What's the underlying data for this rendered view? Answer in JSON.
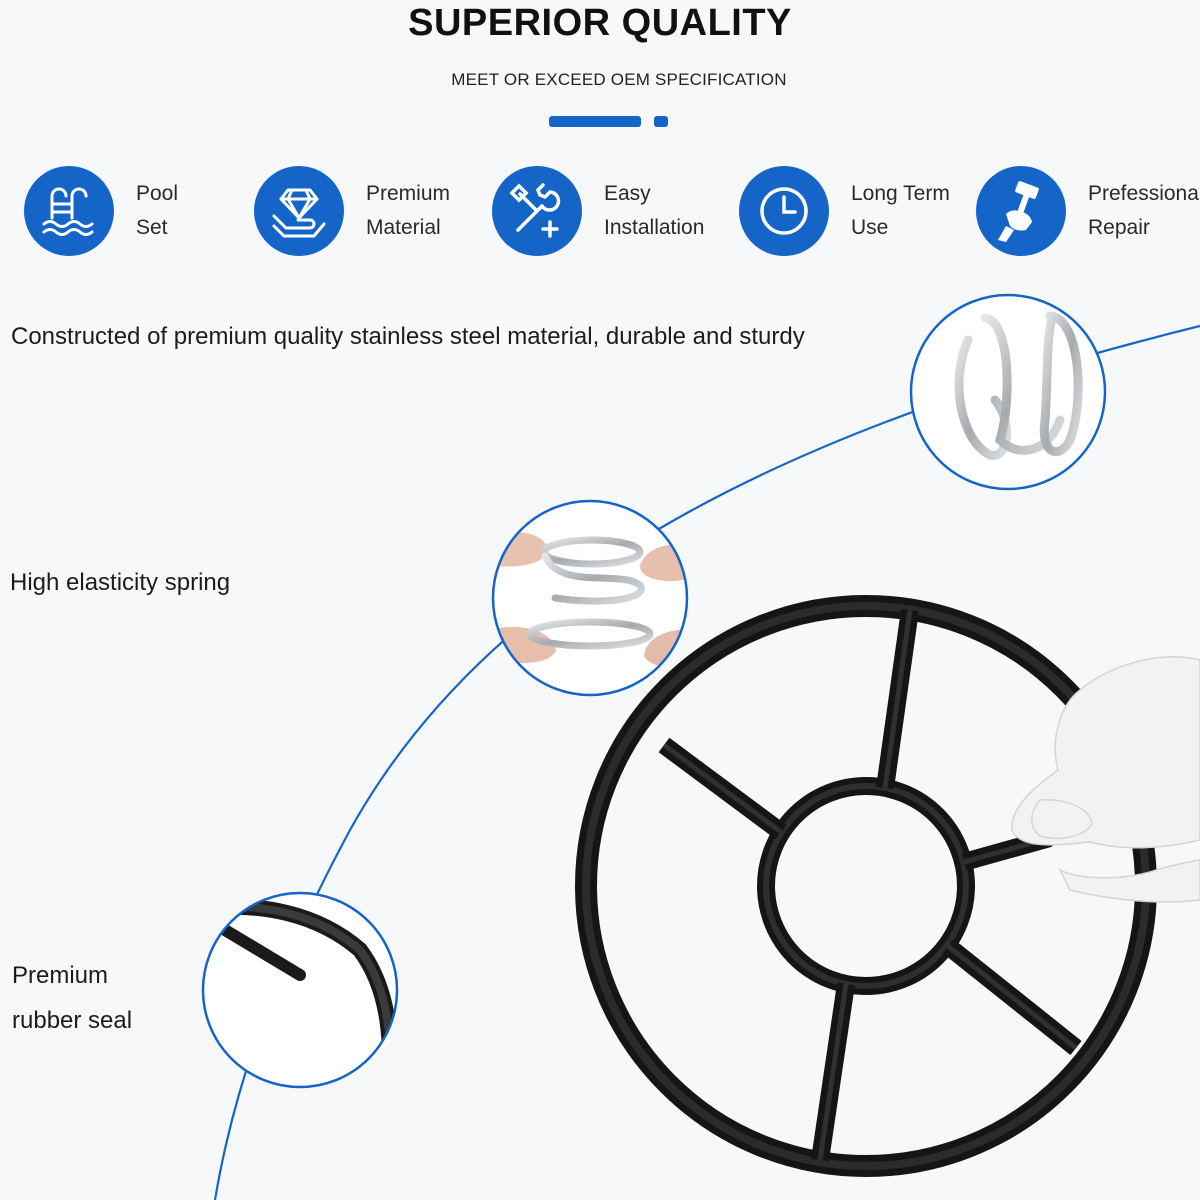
{
  "header": {
    "title": "SUPERIOR QUALITY",
    "subtitle": "MEET OR EXCEED OEM SPECIFICATION"
  },
  "colors": {
    "accent": "#1565c8",
    "background": "#f7f8f9",
    "seal": "#1a1a1a",
    "steel": "#b9bcc0"
  },
  "features": [
    {
      "icon": "pool-icon",
      "line1": "Pool",
      "line2": "Set"
    },
    {
      "icon": "diamond-hand-icon",
      "line1": "Premium",
      "line2": "Material"
    },
    {
      "icon": "tools-icon",
      "line1": "Easy",
      "line2": "Installation"
    },
    {
      "icon": "clock-icon",
      "line1": "Long Term",
      "line2": "Use"
    },
    {
      "icon": "hammer-fist-icon",
      "line1": "Prefessional",
      "line2": "Repair"
    }
  ],
  "descriptions": {
    "steel": "Constructed of premium quality stainless steel material, durable and sturdy",
    "spring": "High elasticity spring",
    "seal_line1": "Premium",
    "seal_line2": "rubber seal"
  }
}
